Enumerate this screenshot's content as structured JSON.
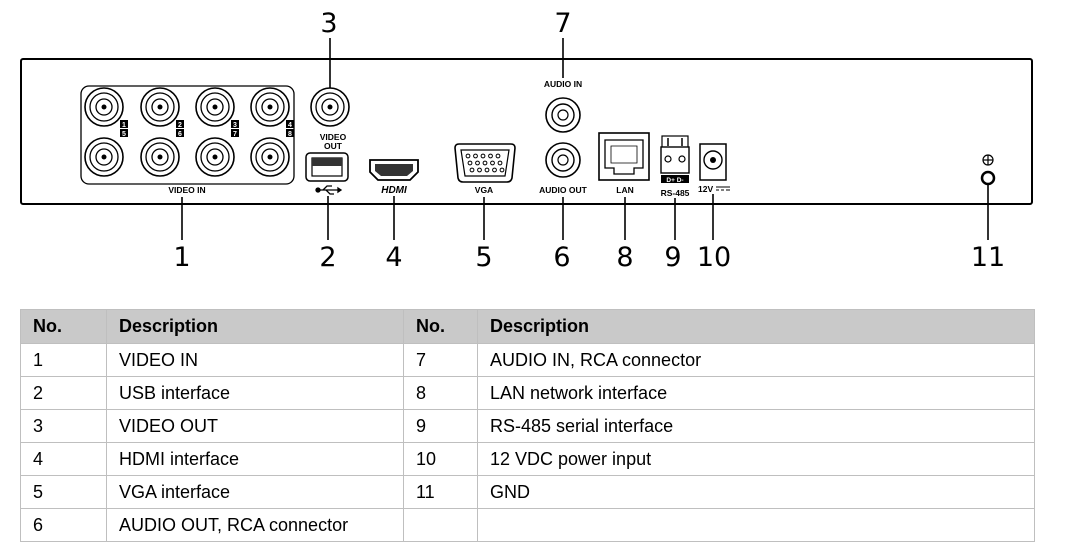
{
  "diagram": {
    "callouts": [
      "1",
      "2",
      "3",
      "4",
      "5",
      "6",
      "7",
      "8",
      "9",
      "10",
      "11"
    ],
    "port_labels": {
      "video_in": "VIDEO IN",
      "video_out": "VIDEO\nOUT",
      "hdmi": "HDMI",
      "vga": "VGA",
      "audio_in": "AUDIO IN",
      "audio_out": "AUDIO OUT",
      "lan": "LAN",
      "rs485": "RS-485",
      "rs485_pins": "D+ D-",
      "power": "12V",
      "channel_pairs": [
        "1/5",
        "2/6",
        "3/7",
        "4/8"
      ]
    }
  },
  "table": {
    "headers": [
      "No.",
      "Description",
      "No.",
      "Description"
    ],
    "rows": [
      [
        "1",
        "VIDEO IN",
        "7",
        "AUDIO IN, RCA connector"
      ],
      [
        "2",
        "USB interface",
        "8",
        "LAN network interface"
      ],
      [
        "3",
        "VIDEO OUT",
        "9",
        "RS-485 serial interface"
      ],
      [
        "4",
        "HDMI interface",
        "10",
        "12 VDC power input"
      ],
      [
        "5",
        "VGA interface",
        "11",
        "GND"
      ],
      [
        "6",
        "AUDIO OUT, RCA connector",
        "",
        ""
      ]
    ]
  }
}
